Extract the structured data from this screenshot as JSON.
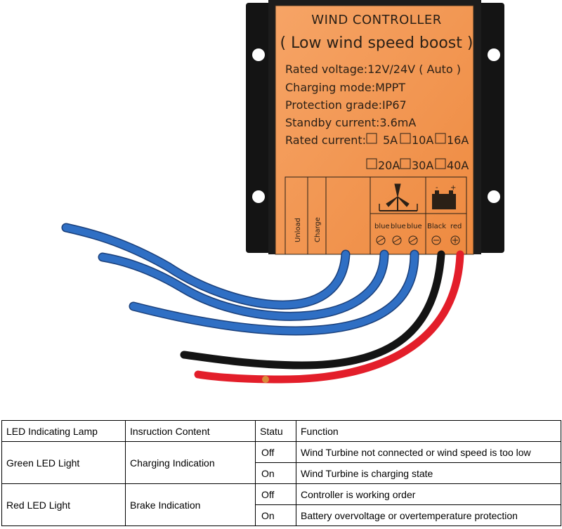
{
  "product_label": {
    "title": "WIND CONTROLLER",
    "subtitle": "( Low wind speed boost )",
    "specs": [
      "Rated voltage:12V/24V ( Auto )",
      "Charging mode:MPPT",
      "Protection grade:IP67",
      "Standby current:3.6mA"
    ],
    "rated_current_label": "Rated current:",
    "current_options_row1": [
      "5A",
      "10A",
      "16A"
    ],
    "current_options_row2": [
      "20A",
      "30A",
      "40A"
    ],
    "led_labels": [
      "Unload",
      "Charge"
    ],
    "turbine_terminals": [
      "blue",
      "blue",
      "blue"
    ],
    "battery_terminals": [
      "Black",
      "red"
    ],
    "battery_polarity": [
      "-",
      "+"
    ]
  },
  "colors": {
    "label_orange": "#f2954e",
    "body_black": "#121212",
    "wire_blue": "#2f6fc4",
    "wire_red": "#e31e2a",
    "wire_black": "#141414"
  },
  "table": {
    "headers": [
      "LED Indicating Lamp",
      "Insruction Content",
      "Statu",
      "Function"
    ],
    "groups": [
      {
        "lamp": "Green LED Light",
        "content": "Charging Indication",
        "rows": [
          {
            "status": "Off",
            "function": "Wind Turbine  not connected or wind speed is too low"
          },
          {
            "status": "On",
            "function": "Wind Turbine  is charging state"
          }
        ]
      },
      {
        "lamp": "Red LED Light",
        "content": "Brake Indication",
        "rows": [
          {
            "status": "Off",
            "function": "Controller is working order"
          },
          {
            "status": "On",
            "function": "Battery overvoltage or overtemperature protection"
          }
        ]
      }
    ]
  }
}
